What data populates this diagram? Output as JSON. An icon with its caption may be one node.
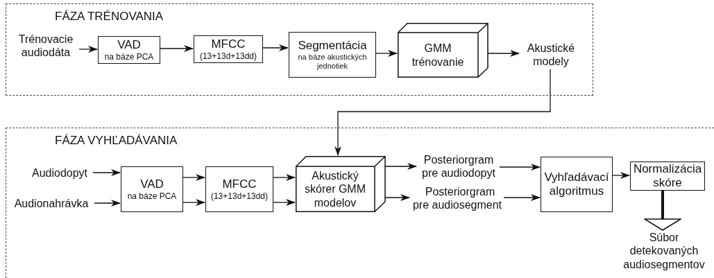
{
  "diagram": {
    "nodes": [
      {
        "text": [
          "FÁZA TRÉNOVANIA"
        ]
      },
      {
        "text": [
          "Trénovacie audiodáta"
        ],
        "in": 0
      },
      {
        "text": [
          "VAD",
          "na báze PCA"
        ],
        "in": 0
      },
      {
        "text": [
          "MFCC",
          "(13+13d+13dd)"
        ],
        "in": 0
      },
      {
        "text": [
          "Segmentácia",
          "na báze akustických jednotiek"
        ],
        "in": 0
      },
      {
        "text": [
          "GMM trénovanie"
        ],
        "in": 0
      },
      {
        "text": [
          "Akustické modely"
        ],
        "in": 0
      },
      {
        "text": [
          "FÁZA VYHĽADÁVANIA"
        ]
      },
      {
        "text": [
          "Audiodopyt"
        ],
        "in": 7
      },
      {
        "text": [
          "Audionahrávka"
        ],
        "in": 7
      },
      {
        "text": [
          "VAD",
          "na báze PCA"
        ],
        "in": 7
      },
      {
        "text": [
          "MFCC",
          "(13+13d+13dd)"
        ],
        "in": 7
      },
      {
        "text": [
          "Akustický skórer GMM modelov"
        ],
        "in": 7
      },
      {
        "text": [
          "Posteriorgram pre audiodopyt"
        ],
        "in": 7
      },
      {
        "text": [
          "Posteriorgram pre audiosegment"
        ],
        "in": 7
      },
      {
        "text": [
          "Vyhľadávací algoritmus"
        ],
        "in": 7
      },
      {
        "text": [
          "Normalizácia skóre"
        ],
        "in": 7
      },
      {
        "text": [
          "Súbor detekovaných audiosegmentov"
        ],
        "in": 7
      }
    ],
    "edges": [
      {
        "from": 1,
        "to": 2,
        "arrow": "to"
      },
      {
        "from": 2,
        "to": 3,
        "arrow": "to"
      },
      {
        "from": 3,
        "to": 4,
        "arrow": "to"
      },
      {
        "from": 4,
        "to": 5,
        "arrow": "to"
      },
      {
        "from": 5,
        "to": 6,
        "arrow": "to"
      },
      {
        "from": 6,
        "to": 12,
        "arrow": "to"
      },
      {
        "from": 8,
        "to": 10,
        "arrow": "to"
      },
      {
        "from": 9,
        "to": 10,
        "arrow": "to"
      },
      {
        "from": 10,
        "to": 11,
        "arrow": "to"
      },
      {
        "from": 10,
        "to": 11,
        "arrow": "to"
      },
      {
        "from": 11,
        "to": 12,
        "arrow": "to"
      },
      {
        "from": 11,
        "to": 12,
        "arrow": "to"
      },
      {
        "from": 12,
        "to": 13,
        "arrow": "to"
      },
      {
        "from": 12,
        "to": 14,
        "arrow": "to"
      },
      {
        "from": 13,
        "to": 15,
        "arrow": "to"
      },
      {
        "from": 14,
        "to": 15,
        "arrow": "to"
      },
      {
        "from": 15,
        "to": 16,
        "arrow": "to"
      },
      {
        "from": 16,
        "to": 17,
        "arrow": "to",
        "style": "thick"
      }
    ]
  }
}
